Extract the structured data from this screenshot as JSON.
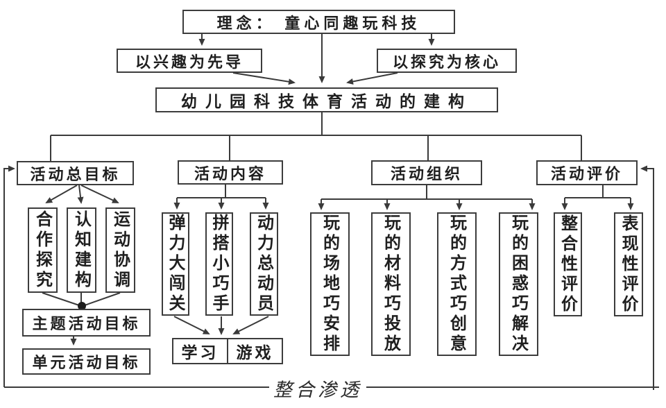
{
  "nodes": {
    "concept": "理念： 童心同趣玩科技",
    "interest": "以兴趣为先导",
    "inquiry": "以探究为核心",
    "main": "幼儿园科技体育活动的建构"
  },
  "branches": {
    "goals": {
      "label": "活动总目标",
      "children": [
        "合作探究",
        "认知建构",
        "运动协调"
      ],
      "theme_goal": "主题活动目标",
      "unit_goal": "单元活动目标"
    },
    "content": {
      "label": "活动内容",
      "children": [
        "弹力大闯关",
        "拼搭小巧手",
        "动力总动员"
      ],
      "outcomes": [
        "学习",
        "游戏"
      ]
    },
    "organization": {
      "label": "活动组织",
      "children": [
        "玩的场地巧安排",
        "玩的材料巧投放",
        "玩的方式巧创意",
        "玩的困惑巧解决"
      ]
    },
    "evaluation": {
      "label": "活动评价",
      "children": [
        "整合性评价",
        "表现性评价"
      ]
    }
  },
  "footer": {
    "label": "整合渗透"
  },
  "colors": {
    "line": "#3a3a3a",
    "text": "#1f1f1f",
    "background": "#ffffff"
  }
}
